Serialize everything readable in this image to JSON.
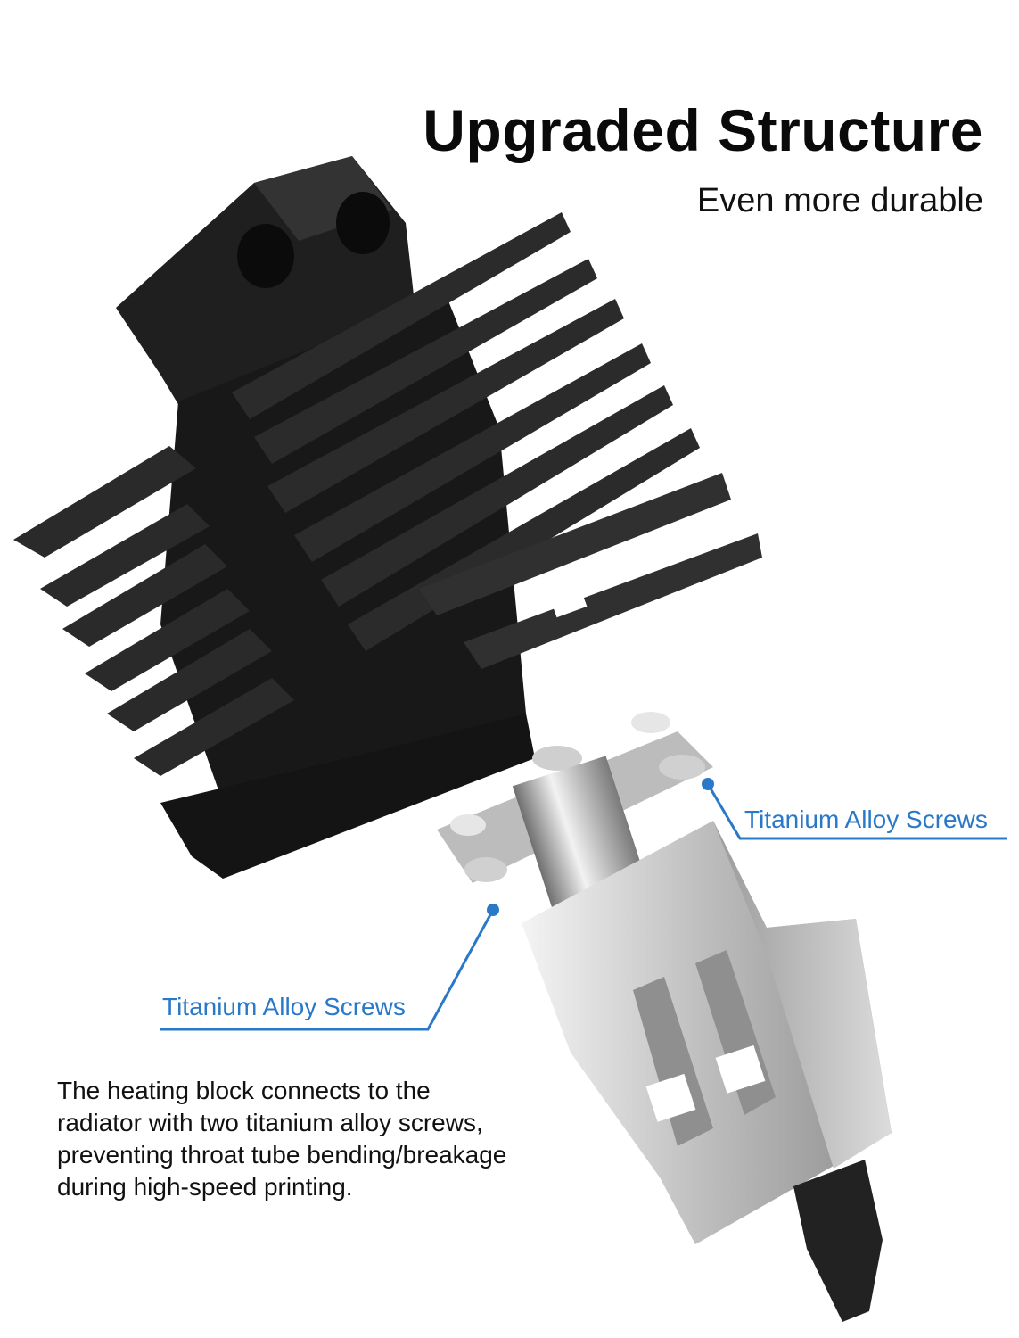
{
  "header": {
    "title": "Upgraded Structure",
    "subtitle": "Even more durable"
  },
  "callouts": {
    "upper_label": "Titanium Alloy Screws",
    "lower_label": "Titanium Alloy Screws",
    "color": "#2a78c8"
  },
  "description": "The heating block connects to the\nradiator with two titanium alloy screws,\npreventing throat tube bending/breakage\nduring high-speed printing.",
  "colors": {
    "background": "#ffffff",
    "heatsink": "#1c1c1c",
    "metal": "#c9c9c9",
    "nozzle": "#222222"
  }
}
